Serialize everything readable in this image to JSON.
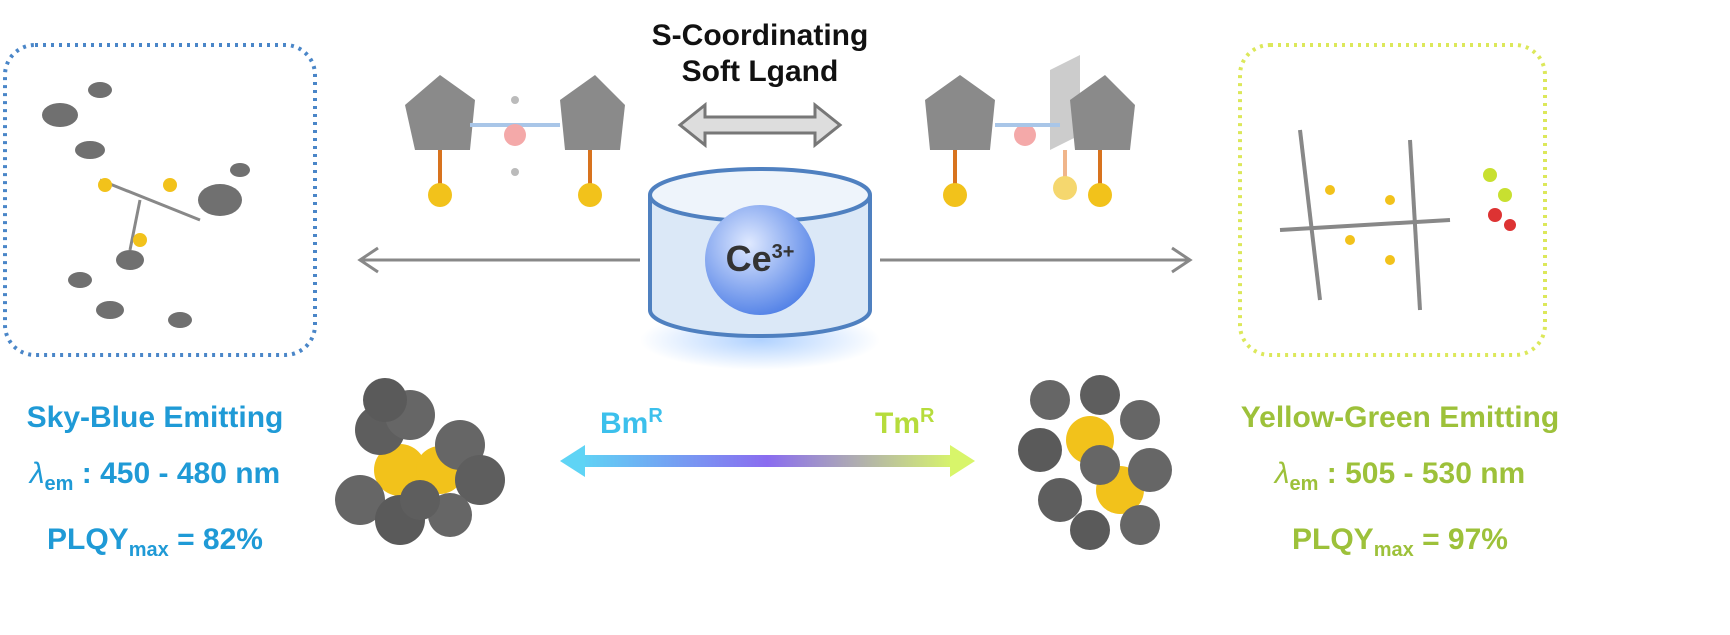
{
  "title": {
    "line1": "S-Coordinating",
    "line2": "Soft Lgand"
  },
  "center": {
    "element": "Ce",
    "charge": "3+"
  },
  "gradient": {
    "left": {
      "base": "Bm",
      "sup": "R"
    },
    "right": {
      "base": "Tm",
      "sup": "R"
    }
  },
  "left_panel": {
    "title": "Sky-Blue Emitting",
    "lambda_symbol": "λ",
    "lambda_sub": "em",
    "lambda_range": " : 450 - 480 nm",
    "plqy": "PLQY",
    "plqy_sub": "max",
    "plqy_value": " = 82%"
  },
  "right_panel": {
    "title": "Yellow-Green Emitting",
    "lambda_symbol": "λ",
    "lambda_sub": "em",
    "lambda_range": " : 505 - 530 nm",
    "plqy": "PLQY",
    "plqy_sub": "max",
    "plqy_value": " = 97%"
  },
  "colors": {
    "blue": "#1f9ad6",
    "green": "#9dc13a",
    "gray": "#6b6b6b",
    "sulfur": "#f2c21b"
  }
}
